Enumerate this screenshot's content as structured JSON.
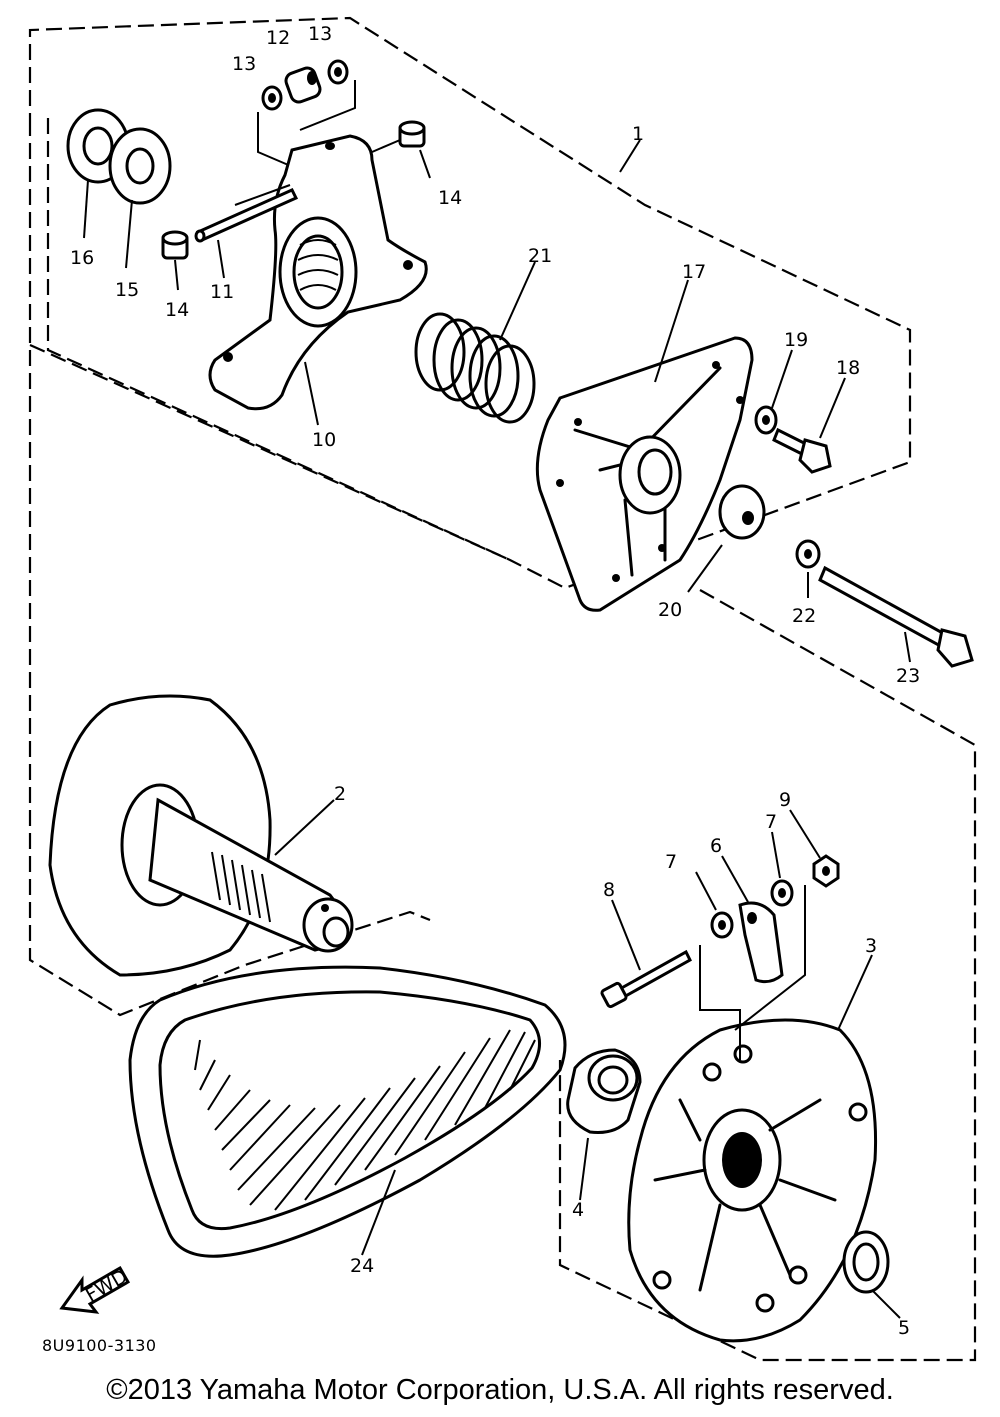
{
  "callouts": {
    "c1": "1",
    "c2": "2",
    "c3": "3",
    "c4": "4",
    "c5": "5",
    "c6": "6",
    "c7a": "7",
    "c7b": "7",
    "c8": "8",
    "c9": "9",
    "c10": "10",
    "c11": "11",
    "c12": "12",
    "c13a": "13",
    "c13b": "13",
    "c14a": "14",
    "c14b": "14",
    "c15": "15",
    "c16": "16",
    "c17": "17",
    "c18": "18",
    "c19": "19",
    "c20": "20",
    "c21": "21",
    "c22": "22",
    "c23": "23",
    "c24": "24"
  },
  "direction_arrow": "FWD",
  "drawing_code": "8U9100-3130",
  "copyright": "©2013 Yamaha Motor Corporation, U.S.A. All rights reserved."
}
